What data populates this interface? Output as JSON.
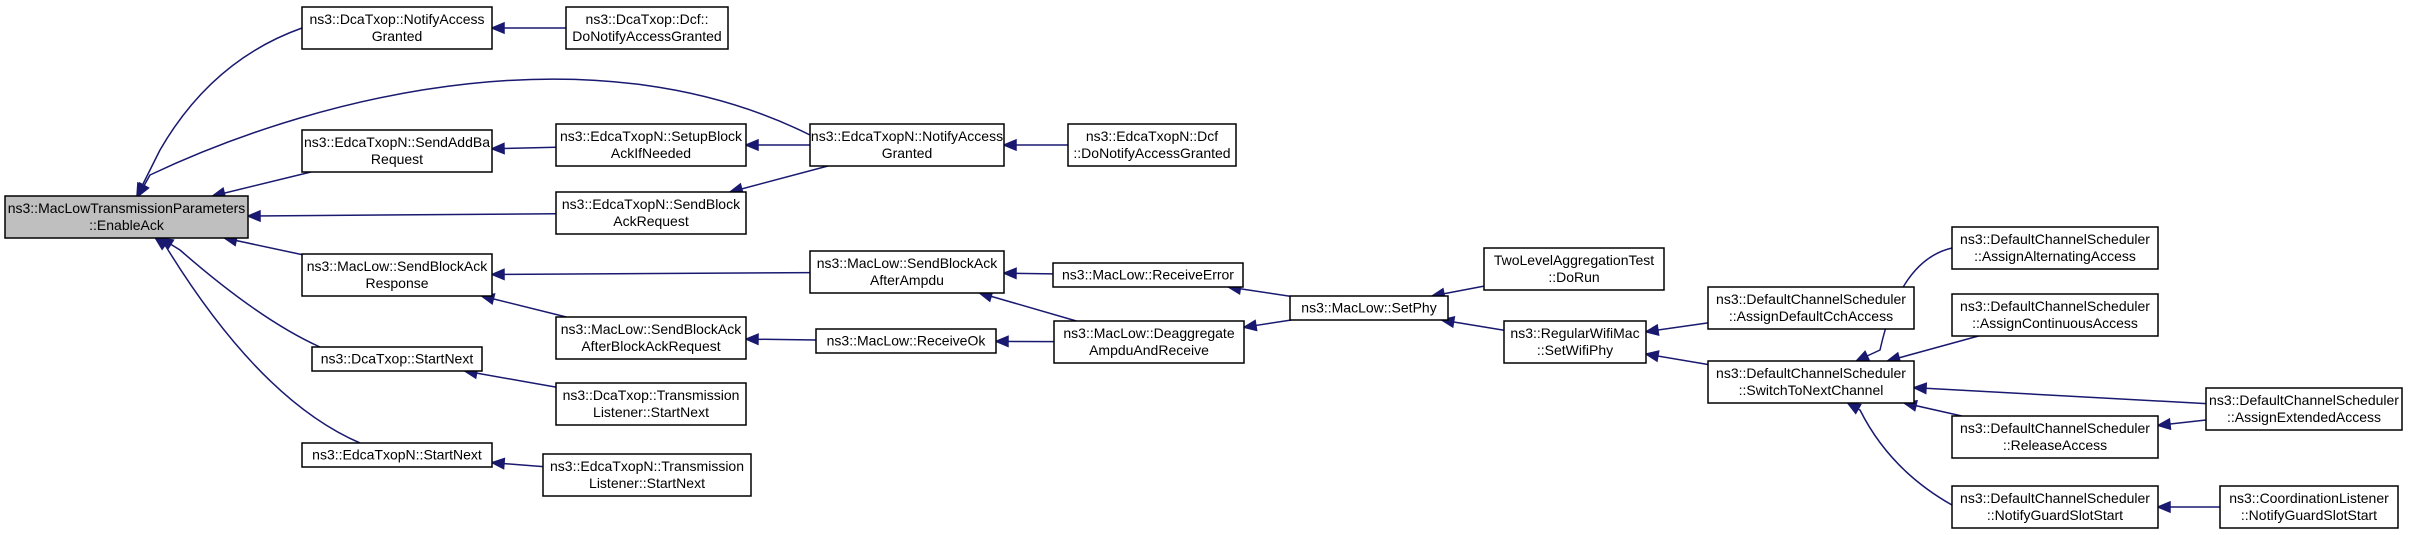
{
  "graph": {
    "nodes": [
      {
        "id": "root",
        "lines": [
          "ns3::MacLowTransmissionParameters",
          "::EnableAck"
        ],
        "root": true
      },
      {
        "id": "dca_notify",
        "lines": [
          "ns3::DcaTxop::NotifyAccess",
          "Granted"
        ]
      },
      {
        "id": "dca_dcf",
        "lines": [
          "ns3::DcaTxop::Dcf::",
          "DoNotifyAccessGranted"
        ]
      },
      {
        "id": "edca_addba",
        "lines": [
          "ns3::EdcaTxopN::SendAddBa",
          "Request"
        ]
      },
      {
        "id": "edca_setup",
        "lines": [
          "ns3::EdcaTxopN::SetupBlock",
          "AckIfNeeded"
        ]
      },
      {
        "id": "edca_notify",
        "lines": [
          "ns3::EdcaTxopN::NotifyAccess",
          "Granted"
        ]
      },
      {
        "id": "edca_dcf",
        "lines": [
          "ns3::EdcaTxopN::Dcf",
          "::DoNotifyAccessGranted"
        ]
      },
      {
        "id": "edca_sendblock",
        "lines": [
          "ns3::EdcaTxopN::SendBlock",
          "AckRequest"
        ]
      },
      {
        "id": "mac_sendblockresp",
        "lines": [
          "ns3::MacLow::SendBlockAck",
          "Response"
        ]
      },
      {
        "id": "mac_afterampdu",
        "lines": [
          "ns3::MacLow::SendBlockAck",
          "AfterAmpdu"
        ]
      },
      {
        "id": "mac_recverr",
        "lines": [
          "ns3::MacLow::ReceiveError"
        ]
      },
      {
        "id": "mac_deagg",
        "lines": [
          "ns3::MacLow::Deaggregate",
          "AmpduAndReceive"
        ]
      },
      {
        "id": "mac_setphy",
        "lines": [
          "ns3::MacLow::SetPhy"
        ]
      },
      {
        "id": "twolevel",
        "lines": [
          "TwoLevelAggregationTest",
          "::DoRun"
        ]
      },
      {
        "id": "regwifi",
        "lines": [
          "ns3::RegularWifiMac",
          "::SetWifiPhy"
        ]
      },
      {
        "id": "mac_afterbar",
        "lines": [
          "ns3::MacLow::SendBlockAck",
          "AfterBlockAckRequest"
        ]
      },
      {
        "id": "mac_recvok",
        "lines": [
          "ns3::MacLow::ReceiveOk"
        ]
      },
      {
        "id": "dca_startnext",
        "lines": [
          "ns3::DcaTxop::StartNext"
        ]
      },
      {
        "id": "dca_tl",
        "lines": [
          "ns3::DcaTxop::Transmission",
          "Listener::StartNext"
        ]
      },
      {
        "id": "edca_startnext",
        "lines": [
          "ns3::EdcaTxopN::StartNext"
        ]
      },
      {
        "id": "edca_tl",
        "lines": [
          "ns3::EdcaTxopN::Transmission",
          "Listener::StartNext"
        ]
      },
      {
        "id": "dcs_defcch",
        "lines": [
          "ns3::DefaultChannelScheduler",
          "::AssignDefaultCchAccess"
        ]
      },
      {
        "id": "dcs_switch",
        "lines": [
          "ns3::DefaultChannelScheduler",
          "::SwitchToNextChannel"
        ]
      },
      {
        "id": "dcs_alt",
        "lines": [
          "ns3::DefaultChannelScheduler",
          "::AssignAlternatingAccess"
        ]
      },
      {
        "id": "dcs_cont",
        "lines": [
          "ns3::DefaultChannelScheduler",
          "::AssignContinuousAccess"
        ]
      },
      {
        "id": "dcs_release",
        "lines": [
          "ns3::DefaultChannelScheduler",
          "::ReleaseAccess"
        ]
      },
      {
        "id": "dcs_ext",
        "lines": [
          "ns3::DefaultChannelScheduler",
          "::AssignExtendedAccess"
        ]
      },
      {
        "id": "dcs_guard",
        "lines": [
          "ns3::DefaultChannelScheduler",
          "::NotifyGuardSlotStart"
        ]
      },
      {
        "id": "coord",
        "lines": [
          "ns3::CoordinationListener",
          "::NotifyGuardSlotStart"
        ]
      }
    ],
    "edges": [
      {
        "from": "dca_notify",
        "to": "root"
      },
      {
        "from": "edca_notify",
        "to": "root"
      },
      {
        "from": "edca_addba",
        "to": "root"
      },
      {
        "from": "edca_sendblock",
        "to": "root"
      },
      {
        "from": "mac_sendblockresp",
        "to": "root"
      },
      {
        "from": "dca_startnext",
        "to": "root"
      },
      {
        "from": "edca_startnext",
        "to": "root"
      },
      {
        "from": "dca_dcf",
        "to": "dca_notify"
      },
      {
        "from": "edca_setup",
        "to": "edca_addba"
      },
      {
        "from": "edca_notify",
        "to": "edca_setup"
      },
      {
        "from": "edca_notify",
        "to": "edca_sendblock"
      },
      {
        "from": "edca_dcf",
        "to": "edca_notify"
      },
      {
        "from": "mac_afterampdu",
        "to": "mac_sendblockresp"
      },
      {
        "from": "mac_afterbar",
        "to": "mac_sendblockresp"
      },
      {
        "from": "mac_recverr",
        "to": "mac_afterampdu"
      },
      {
        "from": "mac_deagg",
        "to": "mac_afterampdu"
      },
      {
        "from": "mac_setphy",
        "to": "mac_recverr"
      },
      {
        "from": "mac_setphy",
        "to": "mac_deagg"
      },
      {
        "from": "mac_recvok",
        "to": "mac_afterbar"
      },
      {
        "from": "mac_deagg",
        "to": "mac_recvok"
      },
      {
        "from": "twolevel",
        "to": "mac_setphy"
      },
      {
        "from": "regwifi",
        "to": "mac_setphy"
      },
      {
        "from": "dcs_defcch",
        "to": "regwifi"
      },
      {
        "from": "dcs_switch",
        "to": "regwifi"
      },
      {
        "from": "dca_tl",
        "to": "dca_startnext"
      },
      {
        "from": "edca_tl",
        "to": "edca_startnext"
      },
      {
        "from": "dcs_alt",
        "to": "dcs_switch"
      },
      {
        "from": "dcs_cont",
        "to": "dcs_switch"
      },
      {
        "from": "dcs_release",
        "to": "dcs_switch"
      },
      {
        "from": "dcs_ext",
        "to": "dcs_switch"
      },
      {
        "from": "dcs_guard",
        "to": "dcs_switch"
      },
      {
        "from": "dcs_ext",
        "to": "dcs_release"
      },
      {
        "from": "coord",
        "to": "dcs_guard"
      }
    ],
    "edge_color": "#191970",
    "root_fill": "#bfbfbf"
  }
}
